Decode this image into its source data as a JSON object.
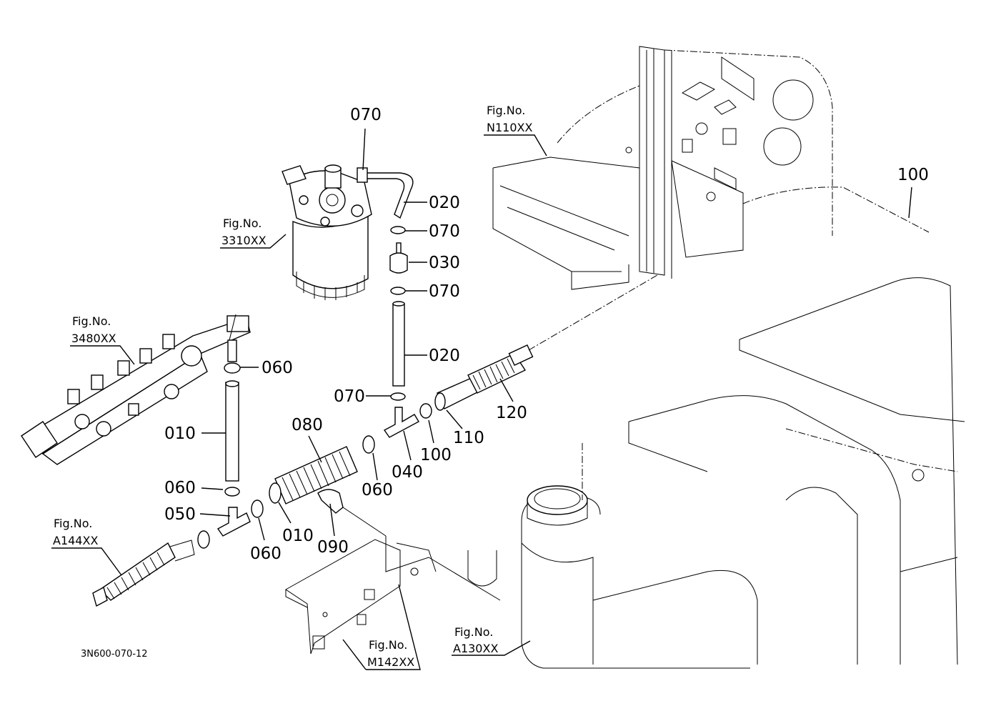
{
  "callouts": {
    "c070_top": "070",
    "c020_upper": "020",
    "c070_a": "070",
    "c030": "030",
    "c070_b": "070",
    "c020_lower": "020",
    "c070_left": "070",
    "c100_right": "100",
    "c060_upper": "060",
    "c010_left": "010",
    "c080": "080",
    "c060_mid": "060",
    "c040": "040",
    "c100_mid": "100",
    "c110": "110",
    "c120": "120",
    "c060_lower": "060",
    "c050": "050",
    "c060_bottom": "060",
    "c010_bottom": "010",
    "c090": "090"
  },
  "figures": {
    "n110": {
      "label": "Fig.No.",
      "code": "N110XX"
    },
    "s3310": {
      "label": "Fig.No.",
      "code": "3310XX"
    },
    "s3480": {
      "label": "Fig.No.",
      "code": "3480XX"
    },
    "a144": {
      "label": "Fig.No.",
      "code": "A144XX"
    },
    "m142": {
      "label": "Fig.No.",
      "code": "M142XX"
    },
    "a130": {
      "label": "Fig.No.",
      "code": "A130XX"
    }
  },
  "drawing_code": "3N600-070-12"
}
